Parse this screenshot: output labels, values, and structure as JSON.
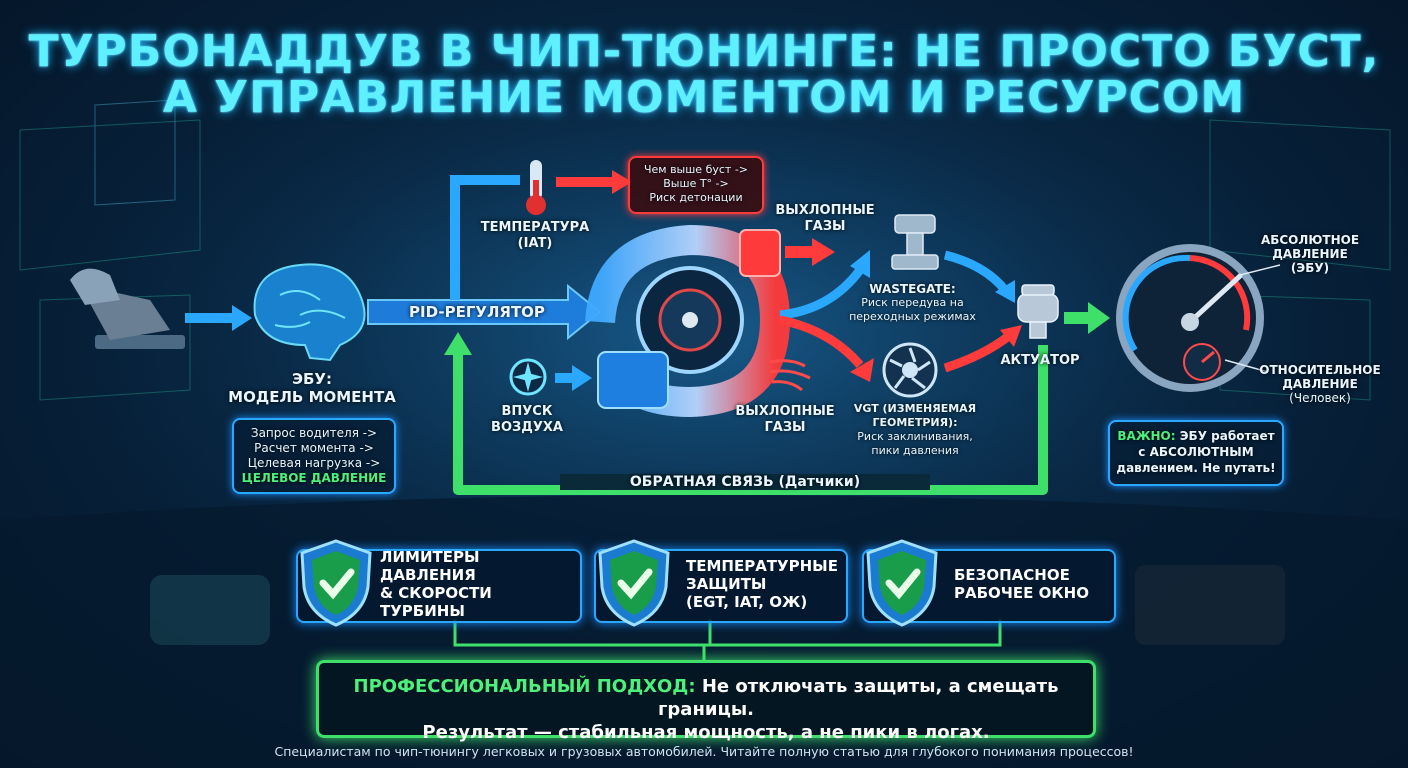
{
  "title": {
    "line1": "ТУРБОНАДДУВ В ЧИП-ТЮНИНГЕ: НЕ ПРОСТО БУСТ,",
    "line2": "А УПРАВЛЕНИЕ МОМЕНТОМ И РЕСУРСОМ"
  },
  "ecu": {
    "label_line1": "ЭБУ:",
    "label_line2": "МОДЕЛЬ МОМЕНТА",
    "steps": [
      "Запрос водителя ->",
      "Расчет момента ->",
      "Целевая нагрузка ->"
    ],
    "target": "ЦЕЛЕВОЕ ДАВЛЕНИЕ"
  },
  "pid": {
    "label": "PID-РЕГУЛЯТОР"
  },
  "temperature": {
    "line1": "ТЕМПЕРАТУРА",
    "line2": "(IAT)"
  },
  "warning_temp": {
    "line1": "Чем выше буст ->",
    "line2": "Выше T° ->",
    "line3": "Риск детонации"
  },
  "exhaust_top": {
    "line1": "ВЫХЛОПНЫЕ",
    "line2": "ГАЗЫ"
  },
  "intake": {
    "line1": "ВПУСК",
    "line2": "ВОЗДУХА"
  },
  "exhaust_bottom": {
    "line1": "ВЫХЛОПНЫЕ",
    "line2": "ГАЗЫ"
  },
  "wastegate": {
    "title": "WASTEGATE:",
    "line1": "Риск передува на",
    "line2": "переходных режимах"
  },
  "vgt": {
    "line1": "VGT (ИЗМЕНЯЕМАЯ",
    "line2": "ГЕОМЕТРИЯ):",
    "line3": "Риск заклинивания,",
    "line4": "пики давления"
  },
  "actuator": {
    "label": "АКТУАТОР"
  },
  "gauge": {
    "absolute_line1": "АБСОЛЮТНОЕ",
    "absolute_line2": "ДАВЛЕНИЕ",
    "absolute_line3": "(ЭБУ)",
    "relative_line1": "ОТНОСИТЕЛЬНОЕ",
    "relative_line2": "ДАВЛЕНИЕ",
    "relative_line3": "(Человек)"
  },
  "important": {
    "prefix": "ВАЖНО:",
    "line1": "ЭБУ работает",
    "line2": "с АБСОЛЮТНЫМ",
    "line3": "давлением. Не путать!"
  },
  "feedback": {
    "label": "ОБРАТНАЯ СВЯЗЬ (Датчики)"
  },
  "protections": [
    {
      "line1": "ЛИМИТЕРЫ ДАВЛЕНИЯ",
      "line2": "& СКОРОСТИ ТУРБИНЫ",
      "line3": ""
    },
    {
      "line1": "ТЕМПЕРАТУРНЫЕ",
      "line2": "ЗАЩИТЫ",
      "line3": "(EGT, IAT, ОЖ)"
    },
    {
      "line1": "БЕЗОПАСНОЕ",
      "line2": "РАБОЧЕЕ ОКНО",
      "line3": ""
    }
  ],
  "approach": {
    "highlight": "ПРОФЕССИОНАЛЬНЫЙ ПОДХОД:",
    "line1_rest": "Не отключать защиты, а смещать границы.",
    "line2": "Результат — стабильная мощность, а не пики в логах."
  },
  "footer": "Специалистам по чип-тюнингу легковых и грузовых автомобилей. Читайте полную статью для глубокого понимания процессов!",
  "colors": {
    "accent_blue": "#2aa8ff",
    "accent_green": "#3ee06a",
    "accent_red": "#ff3b3b",
    "title_cyan": "#5ff0ff"
  }
}
